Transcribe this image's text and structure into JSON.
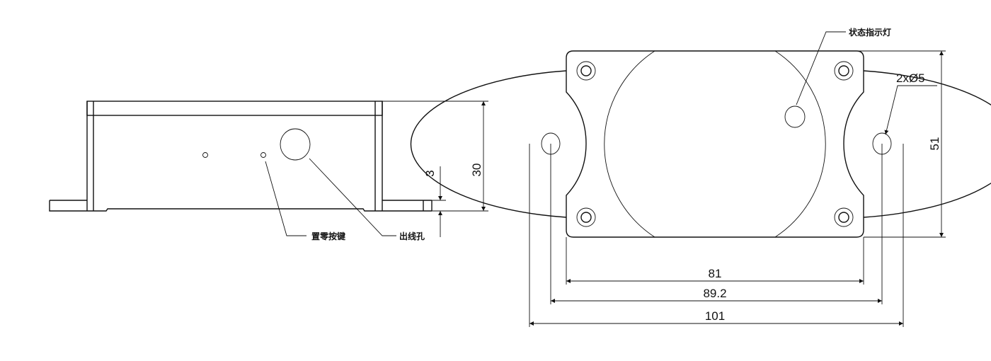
{
  "side_view": {
    "dim_height": "30",
    "dim_flange": "3",
    "label_zero_button": "置零按键",
    "label_cable_hole": "出线孔"
  },
  "top_view": {
    "label_status_led": "状态指示灯",
    "label_holes": "2xØ5",
    "dim_height": "51",
    "dim_plate_width": "81",
    "dim_hole_spacing": "89.2",
    "dim_overall_width": "101"
  }
}
